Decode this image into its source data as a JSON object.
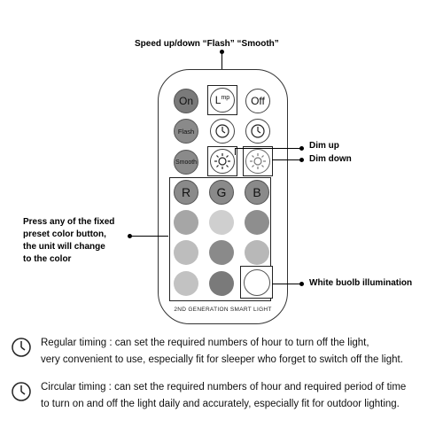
{
  "annotations": {
    "top": "Speed up/down “Flash”  “Smooth”",
    "dim_up": "Dim up",
    "dim_down": "Dim down",
    "preset_line1": "Press any of the fixed",
    "preset_line2": "preset color button,",
    "preset_line3": "the unit will change",
    "preset_line4": "to the color",
    "white": "White buolb illumination"
  },
  "remote": {
    "on": "On",
    "lmp": "L",
    "lmp_sup": "mp",
    "off": "Off",
    "flash": "Flash",
    "smooth": "Smooth",
    "r": "R",
    "g": "G",
    "b": "B",
    "footer": "2ND GENERATION SMART LIGHT"
  },
  "colors": {
    "dark_button": "#8a8a8a",
    "gray_button": "#a8a8a8",
    "light_button": "#d2d2d2",
    "darker_button": "#6f6f6f",
    "preset_rows": [
      [
        "#a6a6a6",
        "#cfcfcf",
        "#8e8e8e"
      ],
      [
        "#bdbdbd",
        "#8a8a8a",
        "#b8b8b8"
      ],
      [
        "#c2c2c2",
        "#7a7a7a",
        "#ffffff"
      ]
    ]
  },
  "descriptions": {
    "regular_line1": "Regular timing : can set the required numbers of hour to turn off the light,",
    "regular_line2": "very convenient to use, especially fit for sleeper who forget to switch off the light.",
    "circular_line1": "Circular timing : can set the required numbers of hour and required period of time",
    "circular_line2": "to turn on and off the light daily and accurately, especially fit for outdoor lighting."
  },
  "icons": [
    "clock-icon",
    "sun-icon"
  ]
}
